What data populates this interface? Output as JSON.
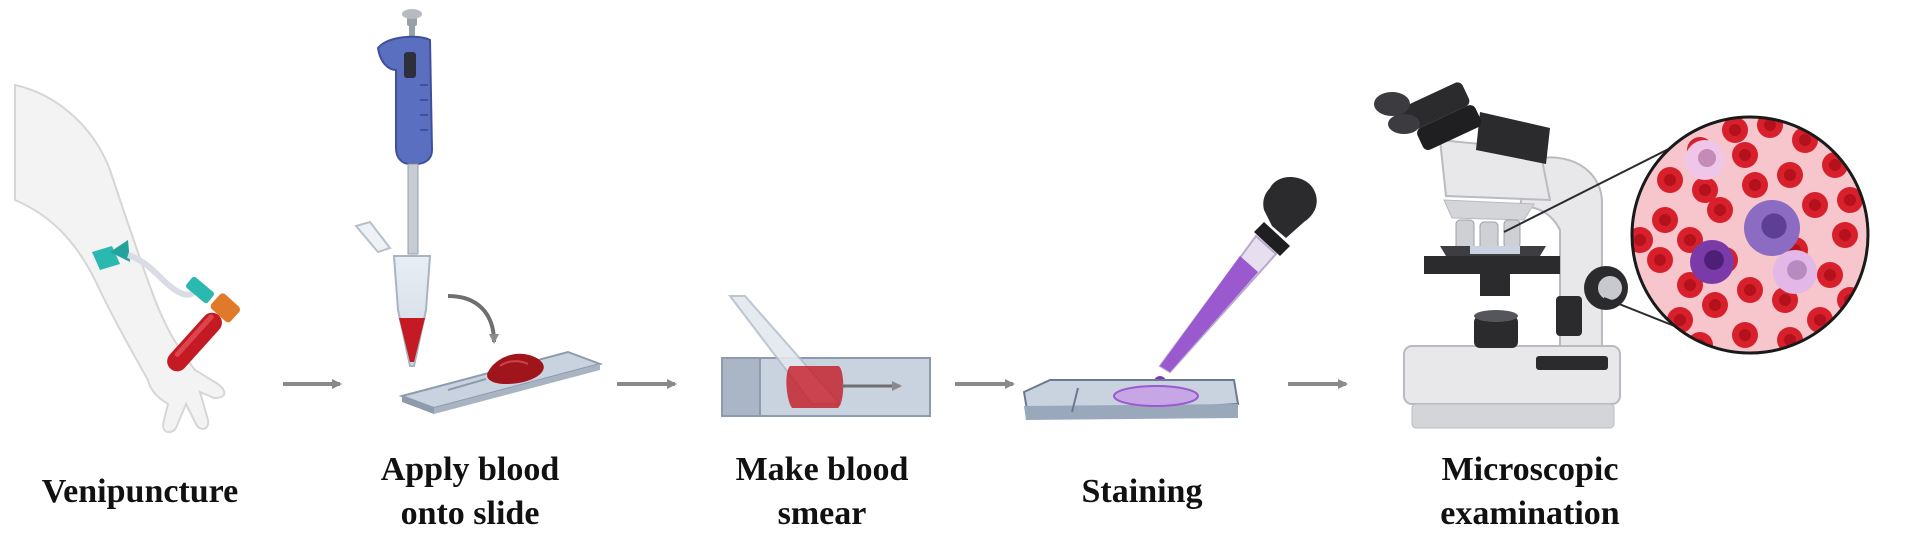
{
  "steps": [
    {
      "name": "venipuncture",
      "lines": [
        "Venipuncture"
      ]
    },
    {
      "name": "apply-blood",
      "lines": [
        "Apply blood",
        "onto slide"
      ]
    },
    {
      "name": "make-smear",
      "lines": [
        "Make blood",
        "smear"
      ]
    },
    {
      "name": "staining",
      "lines": [
        "Staining"
      ]
    },
    {
      "name": "microscopic-examination",
      "lines": [
        "Microscopic",
        "examination"
      ]
    }
  ],
  "colors": {
    "arrow": "#8a8a8a",
    "blood": "#b0141c",
    "pipette_blue": "#5b6fc0",
    "stain": "#9b59d0",
    "slide": "#c9d3e0",
    "microscope_body": "#e8e8ea",
    "microscope_dark": "#2b2b2e",
    "skin": "#f3f3f3",
    "cell_red": "#d8202c",
    "wbc_purple": "#8b6cc2"
  },
  "icons": [
    "arm-with-butterfly-needle-icon",
    "pipette-icon",
    "slide-icon",
    "smear-slide-icon",
    "dropper-icon",
    "microscope-icon",
    "blood-cells-icon"
  ]
}
